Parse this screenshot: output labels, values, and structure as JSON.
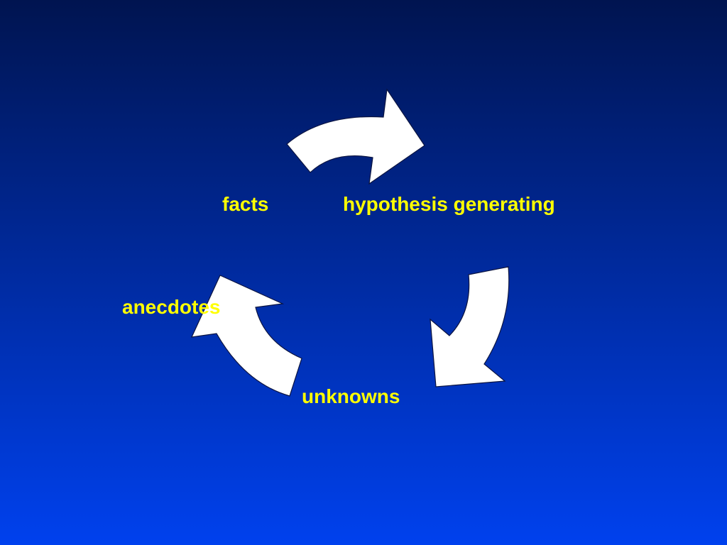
{
  "diagram": {
    "type": "cycle",
    "background": {
      "top_color": "#001450",
      "bottom_color": "#0041ee"
    },
    "arrow_color": "#ffffff",
    "label_color": "#ffff00",
    "labels": {
      "facts": "facts",
      "hypothesis": "hypothesis generating",
      "anecdotes": "anecdotes",
      "unknowns": "unknowns"
    }
  }
}
